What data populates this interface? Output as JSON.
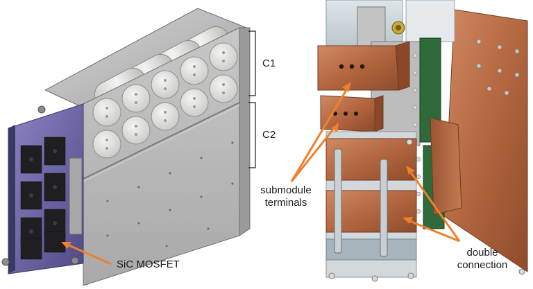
{
  "left_figure": {
    "labels": {
      "c1": "C1",
      "c2": "C2",
      "device": "SiC MOSFET"
    }
  },
  "right_figure": {
    "labels": {
      "terminals_line1": "submodule",
      "terminals_line2": "terminals",
      "connection_line1": "double",
      "connection_line2": "connection"
    }
  },
  "colors": {
    "annotation_arrow": "#f07f2b",
    "copper": "#b86a45",
    "steel": "#b8b8b8",
    "capacitor": "#e6e6e2",
    "pcb_purple": "#6e66a8"
  }
}
